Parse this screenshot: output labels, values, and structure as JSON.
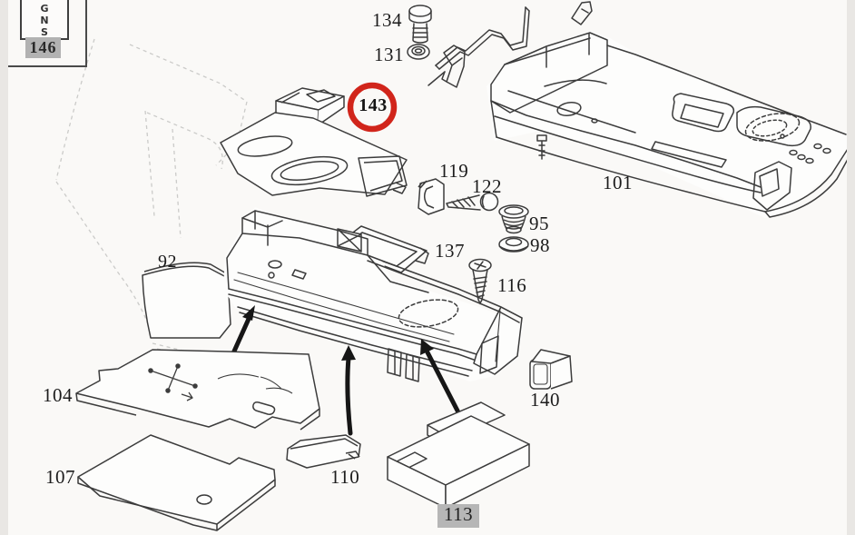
{
  "diagram": {
    "kind": "exploded parts diagram",
    "subject": "center console assembly",
    "highlighted_part": "143",
    "shaded_label_parts": [
      "146",
      "113"
    ]
  },
  "shift_indicator": {
    "letters": [
      "G",
      "N",
      "S"
    ]
  },
  "part_labels": {
    "p146": "146",
    "p134": "134",
    "p131": "131",
    "p143": "143",
    "p101": "101",
    "p119": "119",
    "p122": "122",
    "p95": "95",
    "p98": "98",
    "p137": "137",
    "p116": "116",
    "p92": "92",
    "p104": "104",
    "p107": "107",
    "p110": "110",
    "p113": "113",
    "p140": "140"
  },
  "colors": {
    "highlight_circle": "#d1251b",
    "shaded_label_bg": "#b6b6b6",
    "ink": "#3c3c3c",
    "ghost_line": "#cccccc",
    "arrow": "#161616",
    "paper": "#faf9f7"
  }
}
